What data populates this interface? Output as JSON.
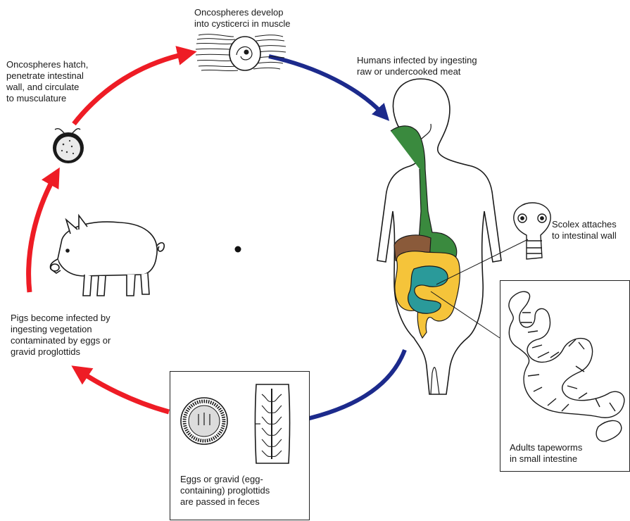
{
  "colors": {
    "pig_cycle_arrow": "#ee1c25",
    "human_cycle_arrow": "#1c2a8c",
    "digestive_tract": "#3a8a3e",
    "liver": "#8a5a3a",
    "large_intestine": "#f5c43a",
    "small_intestine": "#2a9a9a",
    "outline": "#1a1a1a"
  },
  "stages": {
    "cysticerci": "Oncospheres develop\ninto cysticerci in muscle",
    "human_ingestion": "Humans infected by ingesting\nraw or undercooked meat",
    "oncosphere_hatch": "Oncospheres hatch,\npenetrate intestinal\nwall, and circulate\nto musculature",
    "scolex": "Scolex attaches\nto intestinal wall",
    "adults": "Adults tapeworms\nin small intestine",
    "pig_infection": "Pigs become infected by\ningesting vegetation\ncontaminated by eggs or\ngravid proglottids",
    "eggs_feces": "Eggs or gravid (egg-\ncontaining) proglottids\nare passed in feces"
  }
}
